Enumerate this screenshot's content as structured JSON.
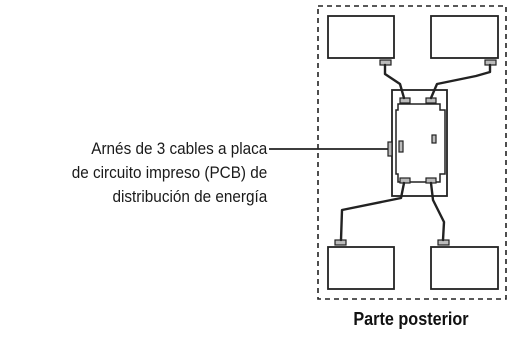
{
  "callout": {
    "line1": "Arnés de 3 cables a placa",
    "line2": "de circuito impreso (PCB) de",
    "line3": "distribución de energía"
  },
  "caption": "Parte posterior",
  "colors": {
    "stroke": "#222222",
    "connector": "#bbbbbb",
    "background": "#ffffff"
  }
}
